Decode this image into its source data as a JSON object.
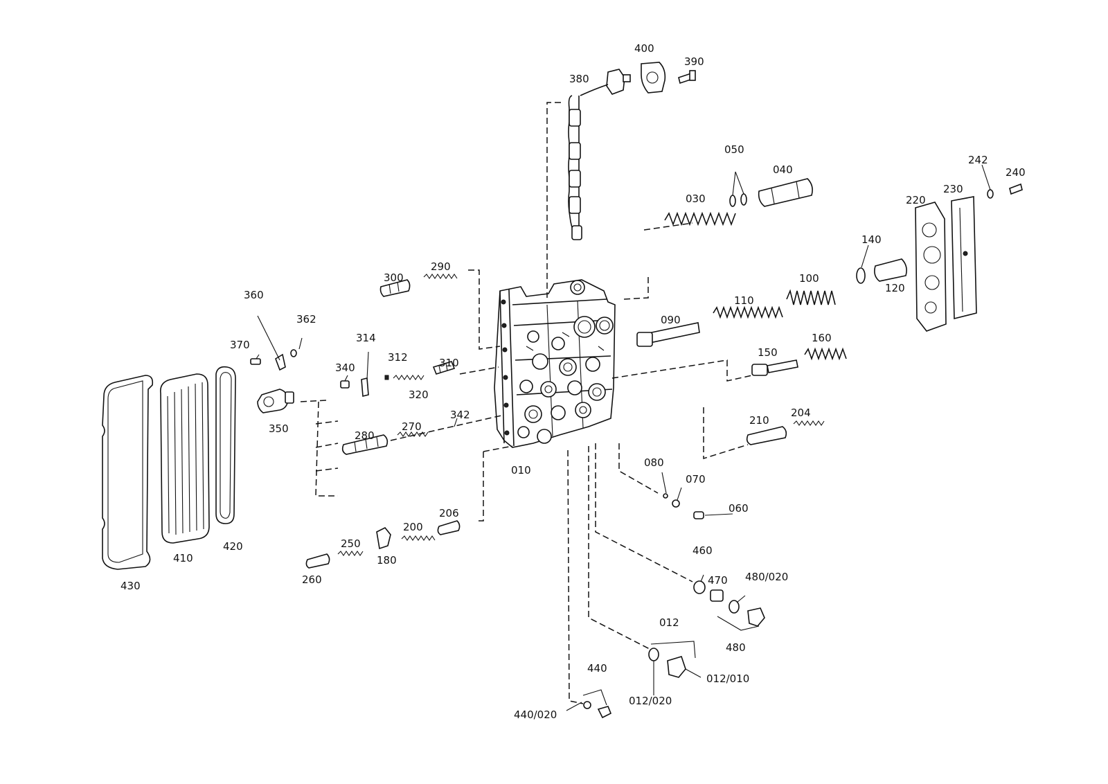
{
  "diagram": {
    "labels": {
      "p010": "010",
      "p012": "012",
      "p012_010": "012/010",
      "p012_020": "012/020",
      "p030": "030",
      "p040": "040",
      "p050": "050",
      "p060": "060",
      "p070": "070",
      "p080": "080",
      "p090": "090",
      "p100": "100",
      "p110": "110",
      "p120": "120",
      "p140": "140",
      "p150": "150",
      "p160": "160",
      "p180": "180",
      "p200": "200",
      "p204": "204",
      "p206": "206",
      "p210": "210",
      "p220": "220",
      "p230": "230",
      "p240": "240",
      "p242": "242",
      "p250": "250",
      "p260": "260",
      "p270": "270",
      "p280": "280",
      "p290": "290",
      "p300": "300",
      "p310": "310",
      "p312": "312",
      "p314": "314",
      "p320": "320",
      "p340": "340",
      "p342": "342",
      "p350": "350",
      "p360": "360",
      "p362": "362",
      "p370": "370",
      "p380": "380",
      "p390": "390",
      "p400": "400",
      "p410": "410",
      "p420": "420",
      "p430": "430",
      "p440": "440",
      "p440_020": "440/020",
      "p460": "460",
      "p470": "470",
      "p480": "480",
      "p480_020": "480/020"
    }
  }
}
